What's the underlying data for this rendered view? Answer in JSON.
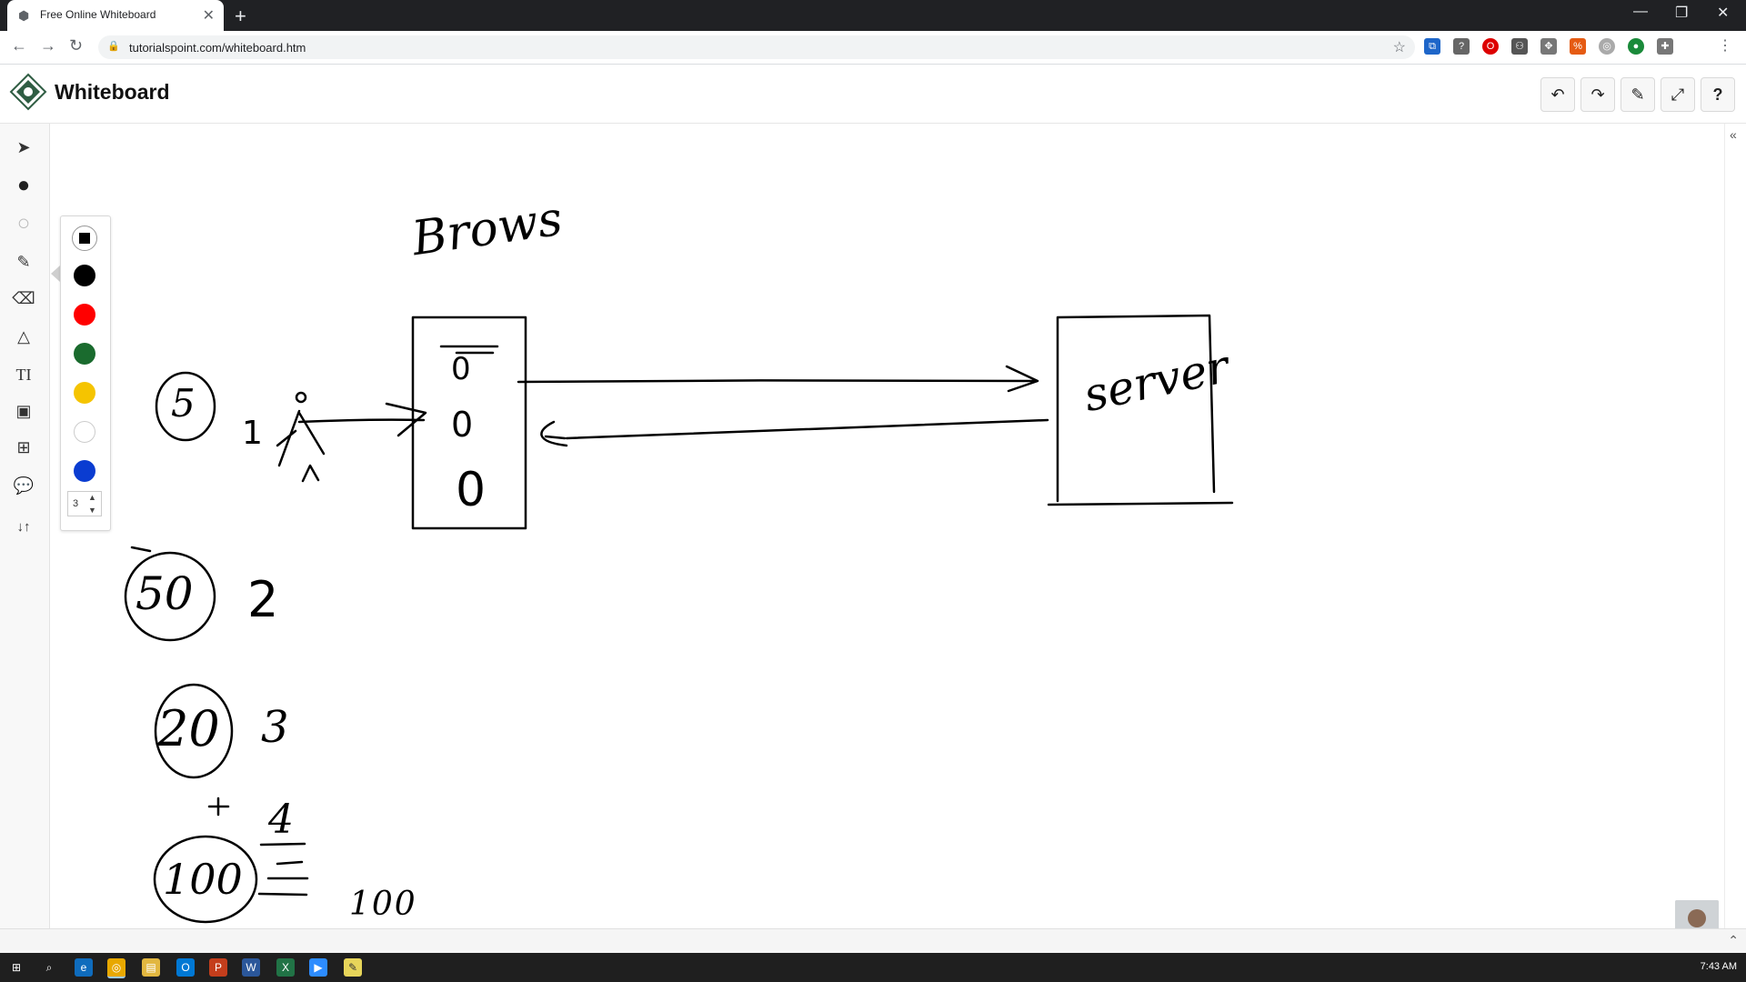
{
  "browser": {
    "tab_title": "Free Online Whiteboard",
    "tab_close": "✕",
    "new_tab": "+",
    "url": "tutorialspoint.com/whiteboard.htm",
    "window_controls": [
      "—",
      "❐",
      "✕"
    ],
    "nav": {
      "back": "←",
      "forward": "→",
      "reload": "↻"
    },
    "star": "☆"
  },
  "app": {
    "title": "Whiteboard",
    "header_buttons": [
      {
        "name": "undo-button",
        "glyph": "↶"
      },
      {
        "name": "redo-button",
        "glyph": "↷"
      },
      {
        "name": "brush-button",
        "glyph": "✎"
      },
      {
        "name": "fullscreen-button",
        "glyph": "⤢"
      },
      {
        "name": "help-button",
        "glyph": "?"
      }
    ]
  },
  "tools": [
    {
      "name": "select-tool",
      "glyph": "➤"
    },
    {
      "name": "color-tool",
      "glyph": "●"
    },
    {
      "name": "bg-color-tool",
      "glyph": "○"
    },
    {
      "name": "pencil-tool",
      "glyph": "✎"
    },
    {
      "name": "eraser-tool",
      "glyph": "⌫"
    },
    {
      "name": "shapes-tool",
      "glyph": "△"
    },
    {
      "name": "text-tool",
      "glyph": "TI"
    },
    {
      "name": "image-tool",
      "glyph": "▣"
    },
    {
      "name": "insert-tool",
      "glyph": "⊞"
    },
    {
      "name": "comment-tool",
      "glyph": "💬"
    },
    {
      "name": "sort-tool",
      "glyph": "↓↑"
    }
  ],
  "palette": {
    "colors": [
      "#000000",
      "#ff0000",
      "#1a6b2e",
      "#f5c400",
      "#ffffff",
      "#0a3cd1"
    ],
    "stroke_width": "3"
  },
  "canvas_text": {
    "browser_label": "Brows",
    "server_label": "server",
    "n1": "1",
    "n2": "2",
    "n3": "3",
    "n4": "4",
    "c5": "5",
    "c50": "50",
    "c20": "20",
    "c100": "100",
    "v100": "100",
    "box_slots": [
      "0",
      "0",
      "0"
    ]
  },
  "taskbar": {
    "clock": "7:43 AM"
  }
}
